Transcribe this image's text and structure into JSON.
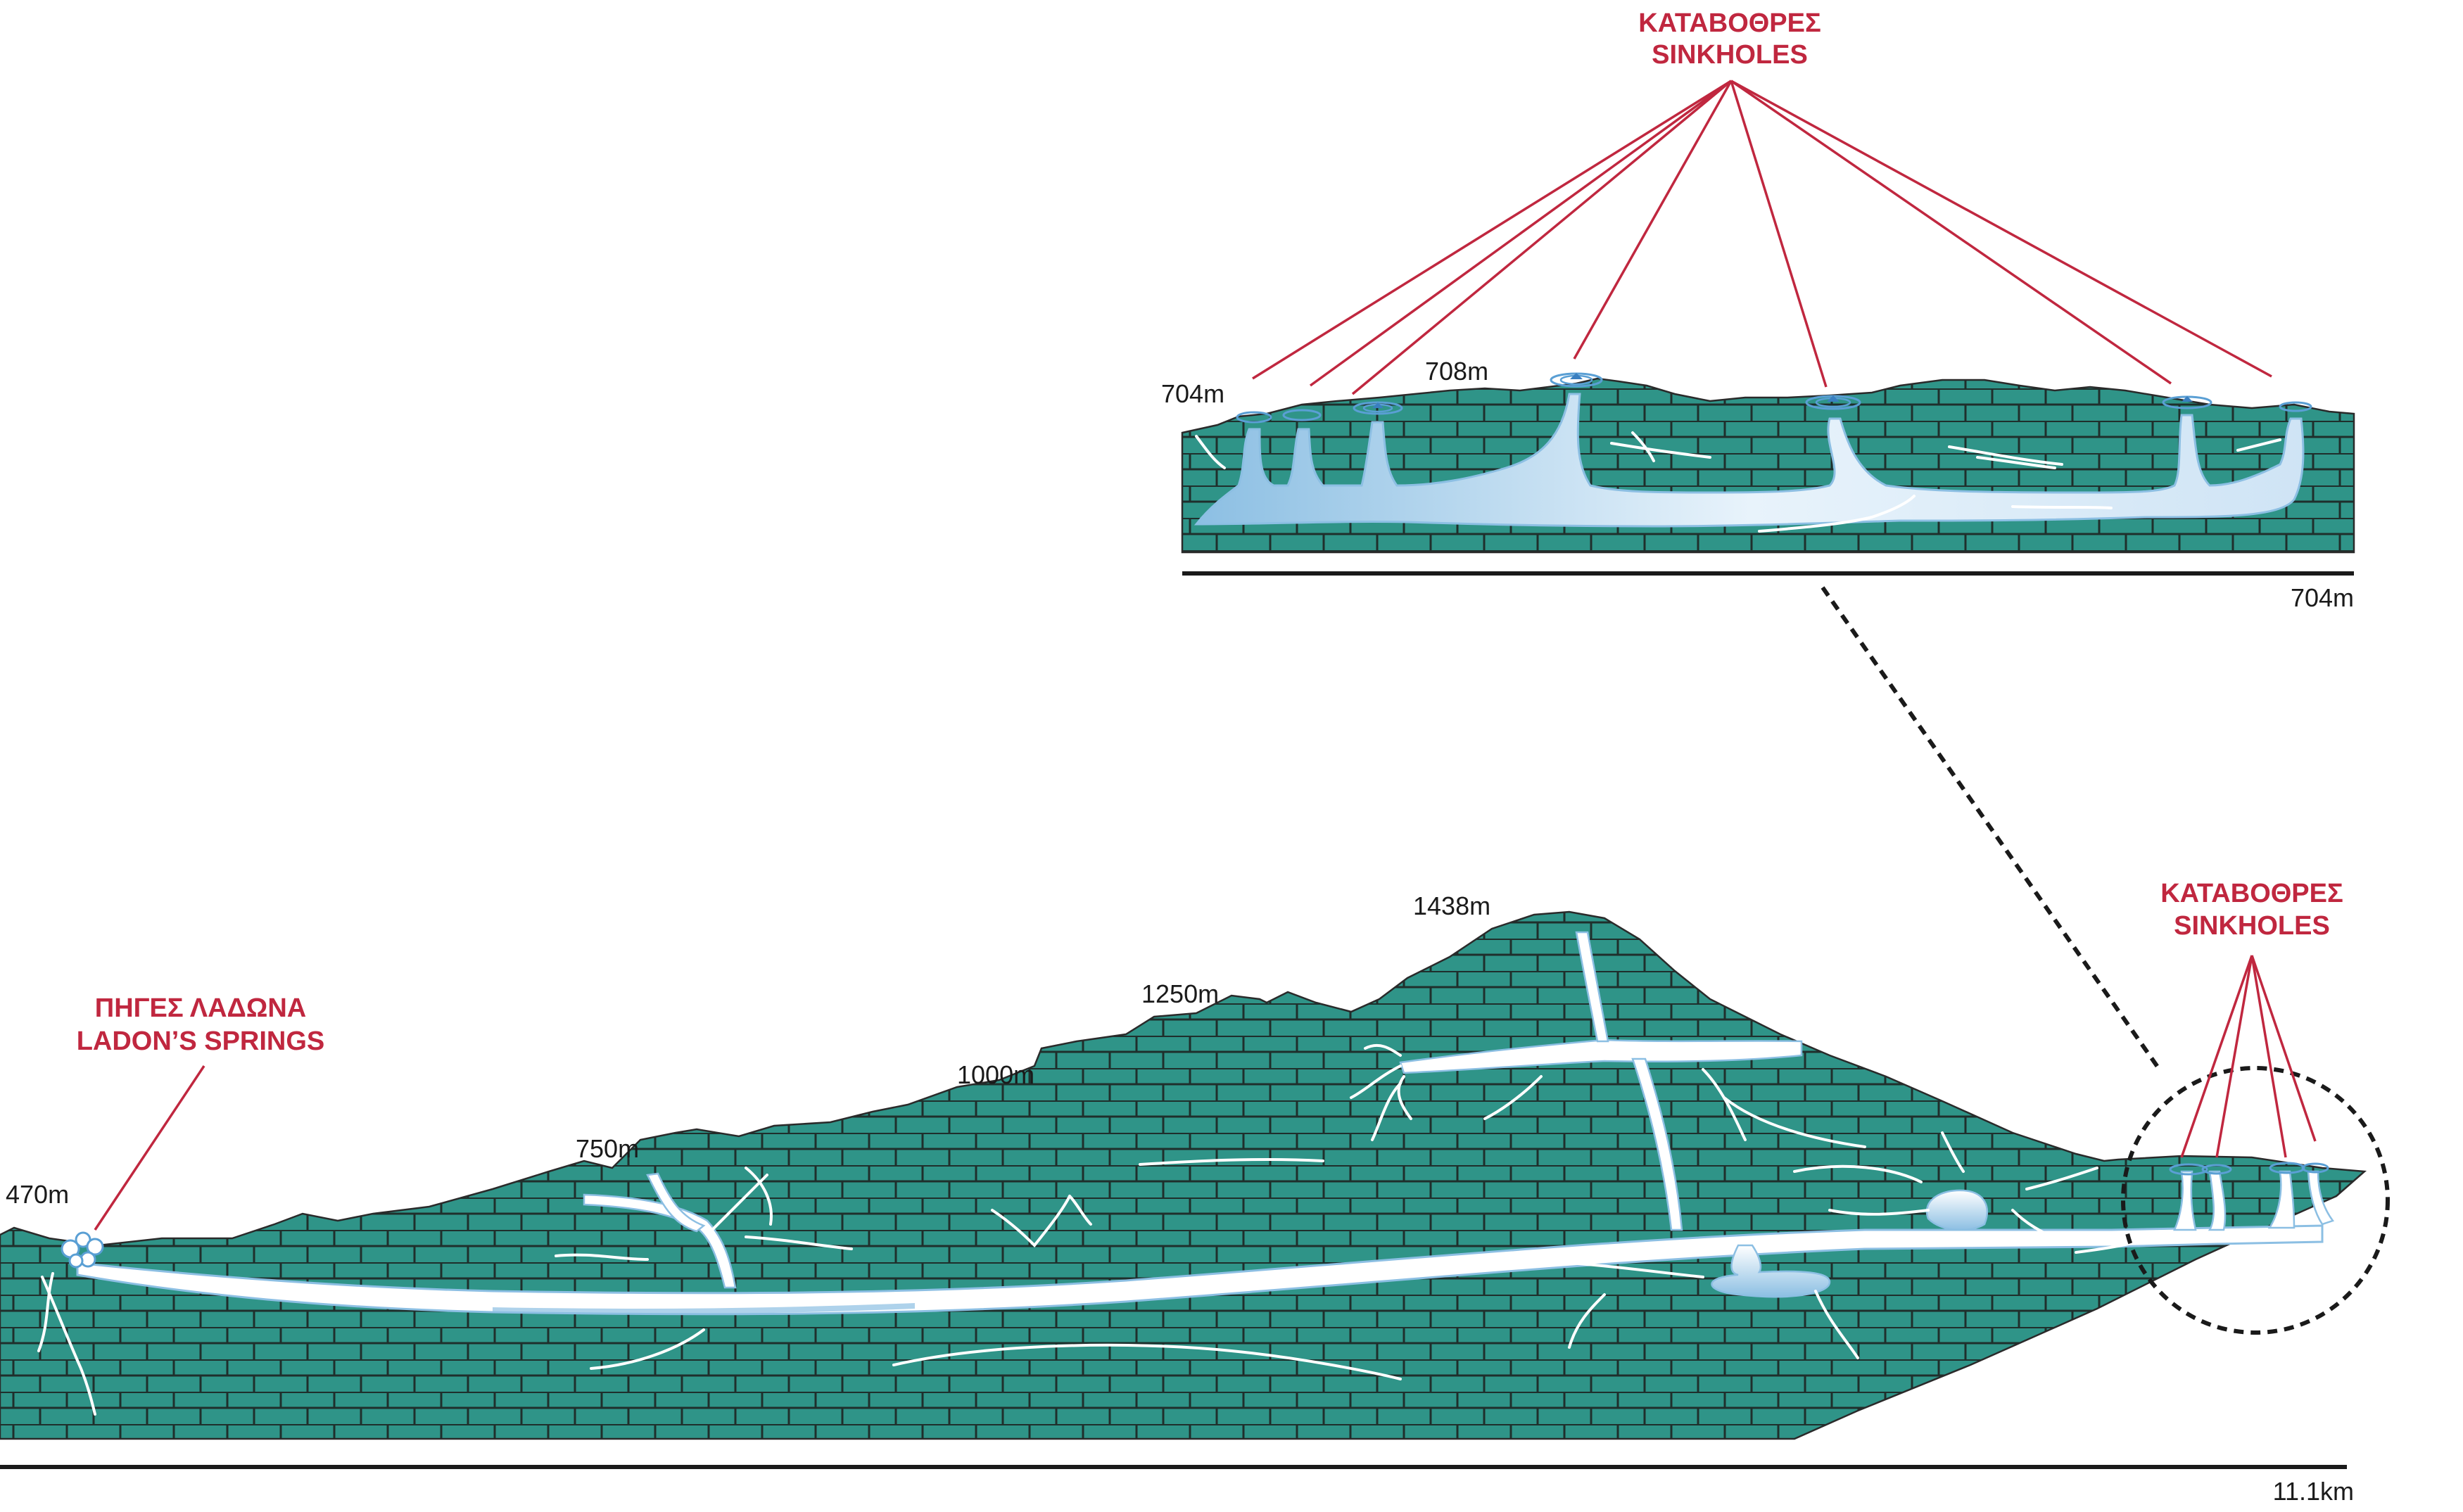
{
  "colors": {
    "rock": "#2f9488",
    "brick_lines": "#1f2f2c",
    "water_light": "#e8f3fb",
    "water_blue": "#8cbfe3",
    "callout_red": "#c0273f",
    "text": "#1a1a1a"
  },
  "callouts": {
    "springs": {
      "line1": "ΠΗΓΕΣ ΛΑΔΩΝΑ",
      "line2": "LADON’S SPRINGS"
    },
    "sinkholes_main": {
      "line1": "ΚΑΤΑΒΟΘΡΕΣ",
      "line2": "SINKHOLES"
    },
    "sinkholes_inset": {
      "line1": "ΚΑΤΑΒΟΘΡΕΣ",
      "line2": "SINKHOLES"
    }
  },
  "elevations": {
    "springs": "470m",
    "e750": "750m",
    "e1000": "1000m",
    "e1250": "1250m",
    "peak": "1438m",
    "inset_left": "704m",
    "inset_top": "708m"
  },
  "scale": {
    "main_length": "11.1km",
    "inset_length": "704m"
  },
  "icons": [
    "sinkhole-icon",
    "spring-icon"
  ]
}
